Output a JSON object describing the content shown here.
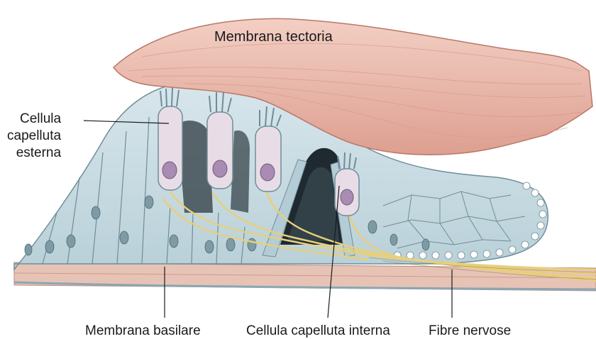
{
  "labels": {
    "membrana_tectoria": "Membrana tectoria",
    "cellula_capelluta_esterna": [
      "Cellula",
      "capelluta",
      "esterna"
    ],
    "membrana_basilare": "Membrana basilare",
    "cellula_capelluta_interna": "Cellula capelluta interna",
    "fibre_nervose": "Fibre nervose"
  },
  "colors": {
    "tectorial_membrane": "#e9b5a8",
    "tectorial_stripes": "#d99c8e",
    "supporting_tissue": "#c9dbe2",
    "cell_outline": "#6f8d98",
    "hair_cell": "#e8dde6",
    "nucleus": "#a98bb3",
    "nerve_fibers": "#e7cf7c",
    "basilar_membrane": "#e7c3b6",
    "shadow": "#2e3a40"
  }
}
